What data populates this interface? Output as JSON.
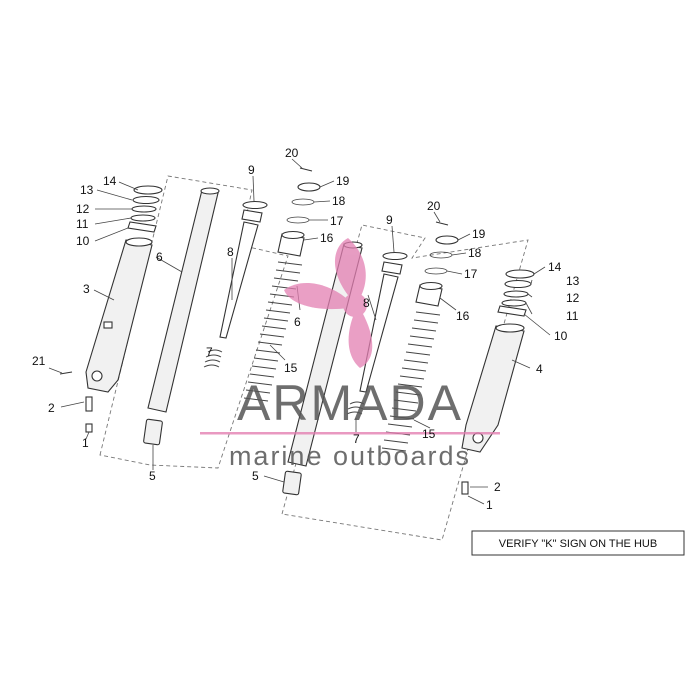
{
  "note": "VERIFY \"K\" SIGN ON THE HUB",
  "watermark": {
    "brand": "ARMADA",
    "tagline": "marine outboards",
    "accent_color": "#e37fb2",
    "text_color": "#555555"
  },
  "callouts": {
    "c20a": "20",
    "c19a": "19",
    "c18a": "18",
    "c17a": "17",
    "c16a": "16",
    "c9a": "9",
    "c8a": "8",
    "c6a": "6",
    "c14a": "14",
    "c13a": "13",
    "c12a": "12",
    "c11a": "11",
    "c10a": "10",
    "c3": "3",
    "c21": "21",
    "c2a": "2",
    "c1a": "1",
    "c5a": "5",
    "c15a": "15",
    "c7a": "7",
    "c20b": "20",
    "c19b": "19",
    "c18b": "18",
    "c17b": "17",
    "c16b": "16",
    "c9b": "9",
    "c8b": "8",
    "c6b": "6",
    "c5b": "5",
    "c15b": "15",
    "c7b": "7",
    "c14b": "14",
    "c13b": "13",
    "c12b": "12",
    "c11b": "11",
    "c10b": "10",
    "c4": "4",
    "c2b": "2",
    "c1b": "1"
  }
}
